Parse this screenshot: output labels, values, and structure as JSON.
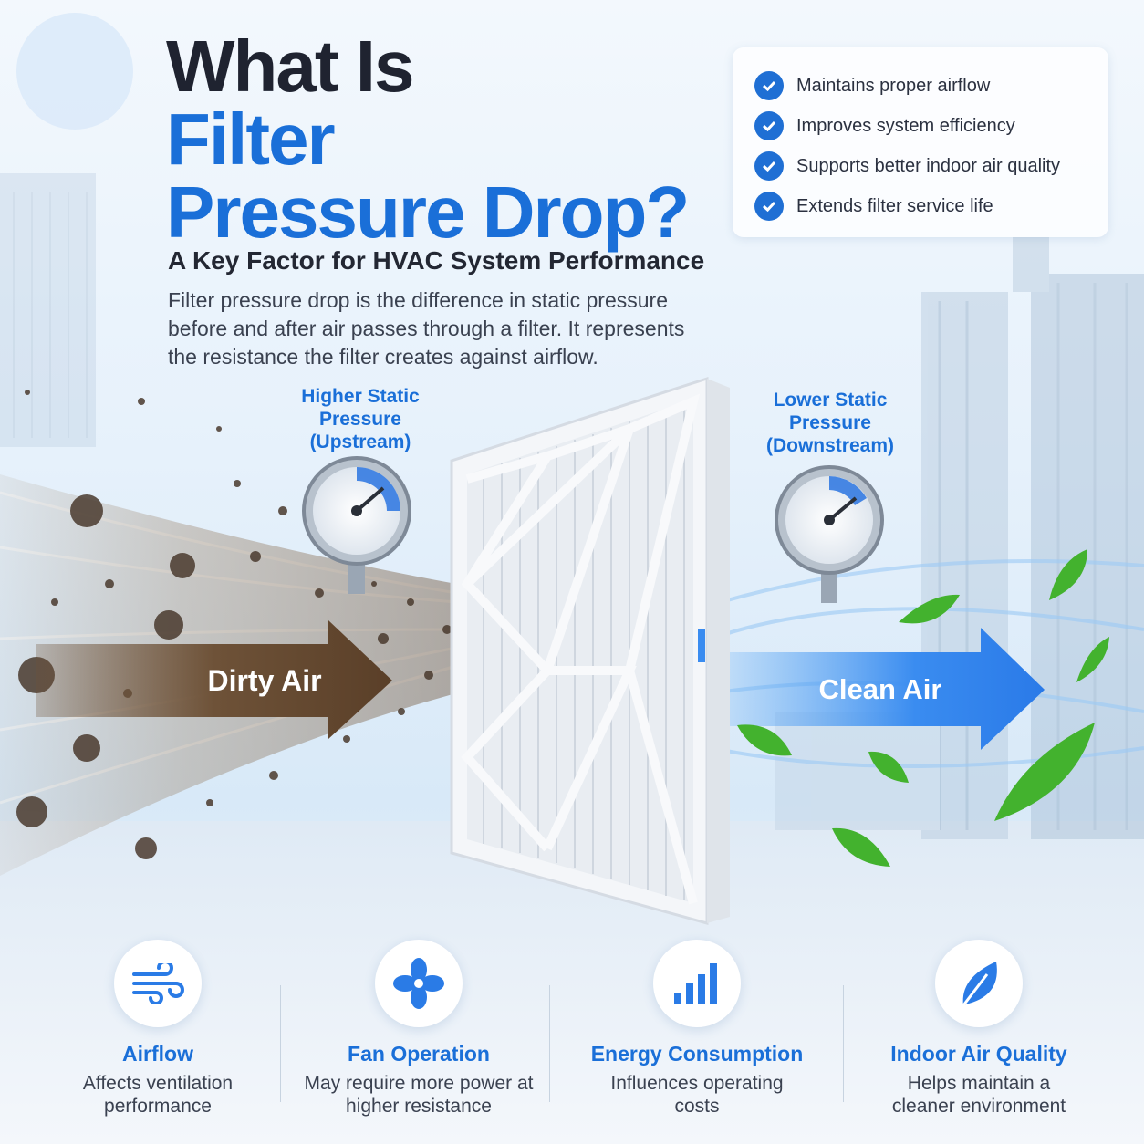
{
  "title": {
    "line1": "What Is",
    "line2": "Filter",
    "line3": "Pressure Drop?"
  },
  "subtitle": "A Key Factor for HVAC System Performance",
  "description": "Filter pressure drop is the difference in static pressure before and after air passes through a filter. It represents the resistance the filter creates against airflow.",
  "benefits": [
    "Maintains proper airflow",
    "Improves system efficiency",
    "Supports better indoor air quality",
    "Extends filter service life"
  ],
  "gauges": {
    "upstream": "Higher Static Pressure (Upstream)",
    "downstream": "Lower Static Pressure (Downstream)"
  },
  "arrows": {
    "dirty": "Dirty Air",
    "clean": "Clean Air"
  },
  "features": [
    {
      "icon": "wind-icon",
      "title": "Airflow",
      "desc": "Affects ventilation performance"
    },
    {
      "icon": "fan-icon",
      "title": "Fan Operation",
      "desc": "May require more power at higher resistance"
    },
    {
      "icon": "bar-chart-icon",
      "title": "Energy Consumption",
      "desc": "Influences operating costs"
    },
    {
      "icon": "leaf-icon",
      "title": "Indoor Air Quality",
      "desc": "Helps maintain a cleaner environment"
    }
  ],
  "colors": {
    "accent_blue": "#1a6fd8",
    "title_dark": "#1f2330",
    "dirty_brown": "#7a5a3a",
    "leaf_green": "#3cae2e"
  }
}
